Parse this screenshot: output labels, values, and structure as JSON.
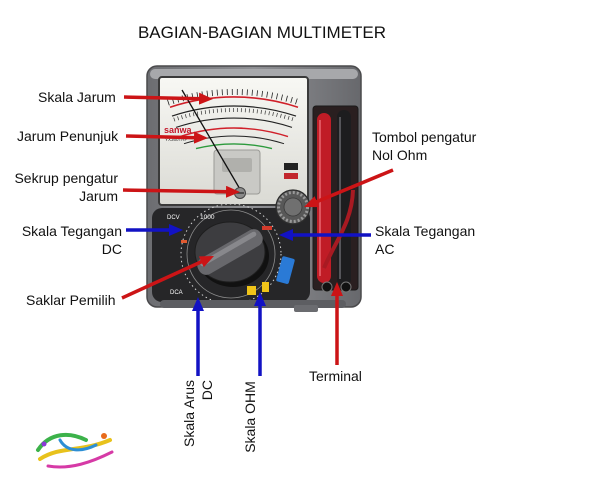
{
  "title": "BAGIAN-BAGIAN MULTIMETER",
  "labels": {
    "skala_jarum": "Skala Jarum",
    "jarum_penunjuk": "Jarum Penunjuk",
    "sekrup_pengatur_jarum": [
      "Sekrup pengatur",
      "Jarum"
    ],
    "skala_tegangan_dc": [
      "Skala Tegangan",
      "DC"
    ],
    "saklar_pemilih": "Saklar Pemilih",
    "tombol_pengatur_nol_ohm": [
      "Tombol pengatur",
      "Nol Ohm"
    ],
    "skala_tegangan_ac": [
      "Skala Tegangan",
      "AC"
    ],
    "terminal": "Terminal",
    "skala_arus_dc": [
      "Skala Arus",
      "DC"
    ],
    "skala_ohm": "Skala OHM"
  },
  "device": {
    "brand": "sanwa",
    "model": "YX360TRF",
    "dial": {
      "dcv": "DCV",
      "dcv_range": "1000",
      "dca": "DCA"
    }
  },
  "colors": {
    "arrow_red": "#cc1416",
    "arrow_blue": "#1212c4",
    "text": "#111111",
    "background": "#ffffff"
  }
}
